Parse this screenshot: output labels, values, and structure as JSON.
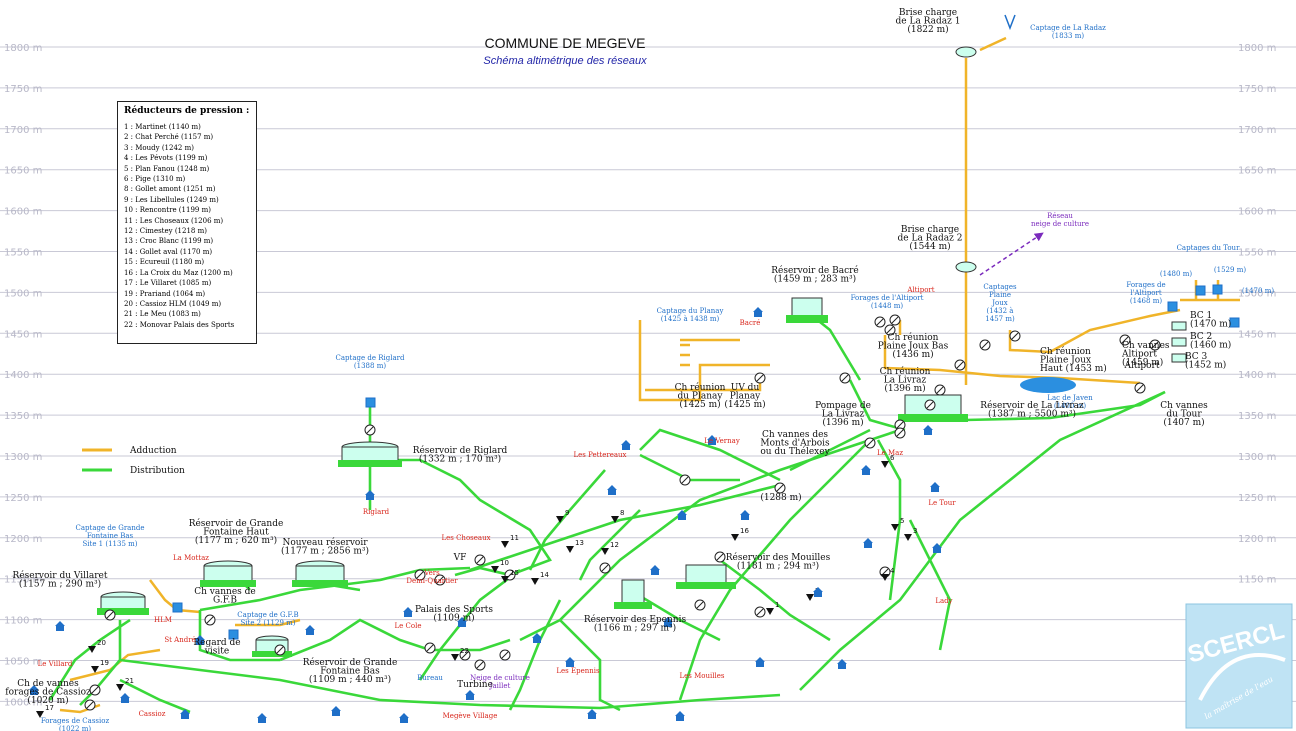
{
  "header": {
    "title": "COMMUNE DE MEGEVE",
    "subtitle": "Schéma altimétrique des réseaux"
  },
  "levels": [
    "1800 m",
    "1750 m",
    "1700 m",
    "1650 m",
    "1600 m",
    "1550 m",
    "1500 m",
    "1450 m",
    "1400 m",
    "1350 m",
    "1300 m",
    "1250 m",
    "1200 m",
    "1150 m",
    "1100 m",
    "1050 m",
    "1000 m"
  ],
  "reducers": {
    "heading": "Réducteurs de pression :",
    "items": [
      "1 : Martinet (1140 m)",
      "2 : Chat Perché (1157 m)",
      "3 : Moudy (1242 m)",
      "4 : Les Pévots (1199 m)",
      "5 : Plan Fanou (1248 m)",
      "6 : Pige (1310 m)",
      "8 : Gollet amont (1251 m)",
      "9 : Les Libellules (1249 m)",
      "10 : Rencontre (1199 m)",
      "11 : Les Choseaux (1206 m)",
      "12 : Cimestey (1218 m)",
      "13 : Croc Blanc (1199 m)",
      "14 : Gollet aval (1170 m)",
      "15 : Ecureuil (1180 m)",
      "16 : La Croix du Maz (1200 m)",
      "17 : Le Villaret (1085 m)",
      "19 : Prariand (1064 m)",
      "20 : Cassioz HLM (1049 m)",
      "21 : Le Meu (1083 m)",
      "22 : Monovar Palais des Sports"
    ]
  },
  "legend": {
    "adduction": "Adduction",
    "distribution": "Distribution"
  },
  "colors": {
    "adduction": "#f0b429",
    "distribution": "#3ad83a",
    "level_line": "#c9c9d6",
    "blue": "#1f6fc8",
    "red": "#d8261c"
  },
  "labels": {
    "brise1": [
      "Brise charge",
      "de La Radaz 1",
      "(1822 m)"
    ],
    "radaz_capt": [
      "Captage de La Radaz",
      "(1833 m)"
    ],
    "brise2": [
      "Brise charge",
      "de La Radaz 2",
      "(1544 m)"
    ],
    "reseau_neige": [
      "Réseau",
      "neige de culture"
    ],
    "capt_tour": "Captages du Tour",
    "tour_alt": [
      "(1480 m)",
      "(1529 m)",
      "(1470 m)"
    ],
    "bacre": [
      "Réservoir de Bacré",
      "(1459 m ; 283 m³)"
    ],
    "forages_altiport": [
      "Forages de",
      "l'Altiport",
      "(1468 m)"
    ],
    "forages_altiport2": [
      "Forages de l'Altiport",
      "(1448 m)"
    ],
    "altiport": "Altiport",
    "captages_plaine": [
      "Captages",
      "Plaine",
      "Joux",
      "(1432 à",
      "1457 m)"
    ],
    "capt_planay": [
      "Captage du Planay",
      "(1425 à 1438 m)"
    ],
    "bacre_red": "Bacré",
    "bc1": [
      "BC 1",
      "(1470 m)"
    ],
    "bc2": [
      "BC 2",
      "(1460 m)"
    ],
    "bc3": [
      "BC 3",
      "(1452 m)"
    ],
    "ch_vannes_altiport": [
      "Ch vannes",
      "Altiport",
      "(1459 m)"
    ],
    "ch_reunion_plaine_bas": [
      "Ch réunion",
      "Plaine Joux Bas",
      "(1436 m)"
    ],
    "ch_reunion_plaine_haut": [
      "Ch réunion",
      "Plaine Joux",
      "Haut (1453 m)"
    ],
    "ch_reunion_livraz": [
      "Ch réunion",
      "La Livraz",
      "(1396 m)"
    ],
    "lac_javen": [
      "Lac de Javen",
      "(1400 m)"
    ],
    "ch_reunion_planay": [
      "Ch réunion",
      "du Planay",
      "(1425 m)"
    ],
    "uv_planay": [
      "UV du",
      "Planay",
      "(1425 m)"
    ],
    "pompage_livraz": [
      "Pompage de",
      "La Livraz",
      "(1396 m)"
    ],
    "res_livraz": [
      "Réservoir de La Livraz",
      "(1387 m ; 5500 m³)"
    ],
    "ch_vannes_tour": [
      "Ch vannes",
      "du Tour",
      "(1407 m)"
    ],
    "ch_vannes_arbois": [
      "Ch vannes des",
      "Monts d'Arbois",
      "ou du Thélexey"
    ],
    "alt_1288": "(1288 m)",
    "le_vernay": "Le Vernay",
    "le_maz": "Le Maz",
    "le_tour": "Le Tour",
    "les_pettereaux": "Les Pettereaux",
    "capt_riglard": [
      "Captage de Riglard",
      "(1388 m)"
    ],
    "res_riglard": [
      "Réservoir de Riglard",
      "(1332 m ; 170 m³)"
    ],
    "riglard": "Riglard",
    "capt_grande_fontaine": [
      "Captage de Grande",
      "Fontaine Bas",
      "Site 1 (1135 m)"
    ],
    "res_gf_haut": [
      "Réservoir de Grande",
      "Fontaine Haut",
      "(1177 m ; 620 m³)"
    ],
    "nouveau_res": [
      "Nouveau réservoir",
      "(1177 m ; 2856 m³)"
    ],
    "res_villaret": [
      "Réservoir du Villaret",
      "(1157 m ; 290 m³)"
    ],
    "la_mottaz": "La Mottaz",
    "ch_vannes_gfb": [
      "Ch vannes de",
      "G.F.B"
    ],
    "capt_gfb2": [
      "Captage de G.F.B",
      "Site 2 (1129 m)"
    ],
    "hlm": "HLM",
    "st_andre": "St André",
    "regard": [
      "Regard de",
      "visite"
    ],
    "le_villard": "Le Villard",
    "ch_vannes_cassioz": [
      "Ch de vannes",
      "forages de Cassioz",
      "(1020 m)"
    ],
    "forages_cassioz": [
      "Forages de Cassioz",
      "(1022 m)"
    ],
    "cassioz": "Cassioz",
    "res_gf_bas": [
      "Réservoir de Grande",
      "Fontaine Bas",
      "(1109 m ; 440 m³)"
    ],
    "palais": [
      "Palais des Sports",
      "(1109 m)"
    ],
    "le_cole": "Le Cole",
    "turbine": "Turbine",
    "bureau": "Bureau",
    "neige_culture": [
      "Neige de culture",
      "Jaillet"
    ],
    "res_epennis": [
      "Réservoir des Epennis",
      "(1166 m ; 297 m³)"
    ],
    "res_mouilles": [
      "Réservoir des Mouilles",
      "(1181 m ; 294 m³)"
    ],
    "les_choseaux": "Les Choseaux",
    "vers_demi": [
      "Vers",
      "Demi-Quartier"
    ],
    "vf": "VF",
    "les_epennis": "Les Epennis",
    "les_mouilles": "Les Mouilles",
    "lady": "Lady",
    "megeve_village": "Megève Village",
    "altiport_red": "Altiport"
  },
  "reducer_marks": [
    "1",
    "2",
    "3",
    "4",
    "5",
    "6",
    "8",
    "9",
    "10",
    "11",
    "12",
    "13",
    "14",
    "15",
    "16",
    "17",
    "19",
    "20",
    "21",
    "22"
  ],
  "logo": {
    "name": "SCERCL",
    "tagline": "la maîtrise de l'eau"
  }
}
